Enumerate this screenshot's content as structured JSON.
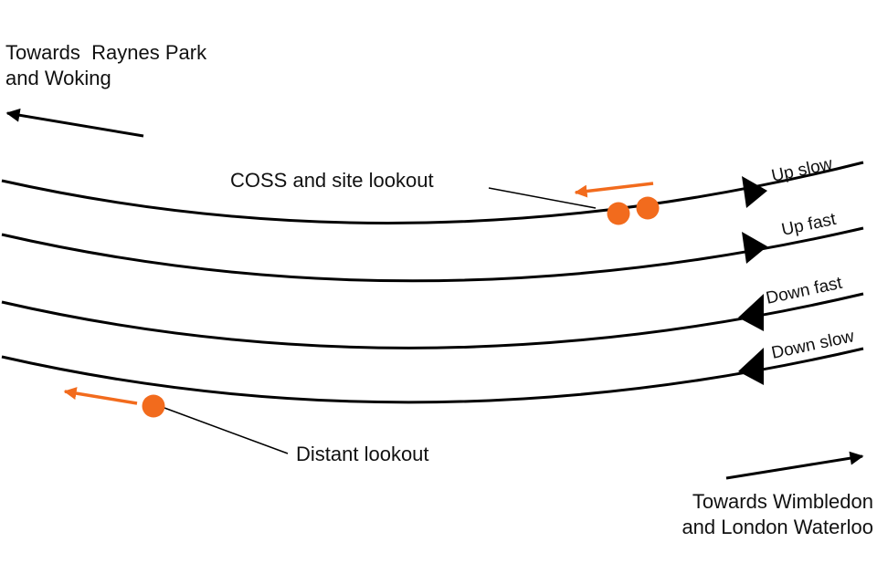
{
  "title": "Track layout with lookout positions",
  "direction_labels": {
    "west": [
      "Towards  Raynes Park",
      "and Woking"
    ],
    "east": [
      "Towards Wimbledon",
      "and London Waterloo"
    ]
  },
  "tracks": [
    {
      "name": "Up slow",
      "direction": "east"
    },
    {
      "name": "Up fast",
      "direction": "east"
    },
    {
      "name": "Down fast",
      "direction": "west"
    },
    {
      "name": "Down slow",
      "direction": "west"
    }
  ],
  "annotations": {
    "coss": "COSS and site lookout",
    "distant": "Distant lookout"
  },
  "colors": {
    "track": "#000000",
    "lookout": "#f26b1d"
  }
}
